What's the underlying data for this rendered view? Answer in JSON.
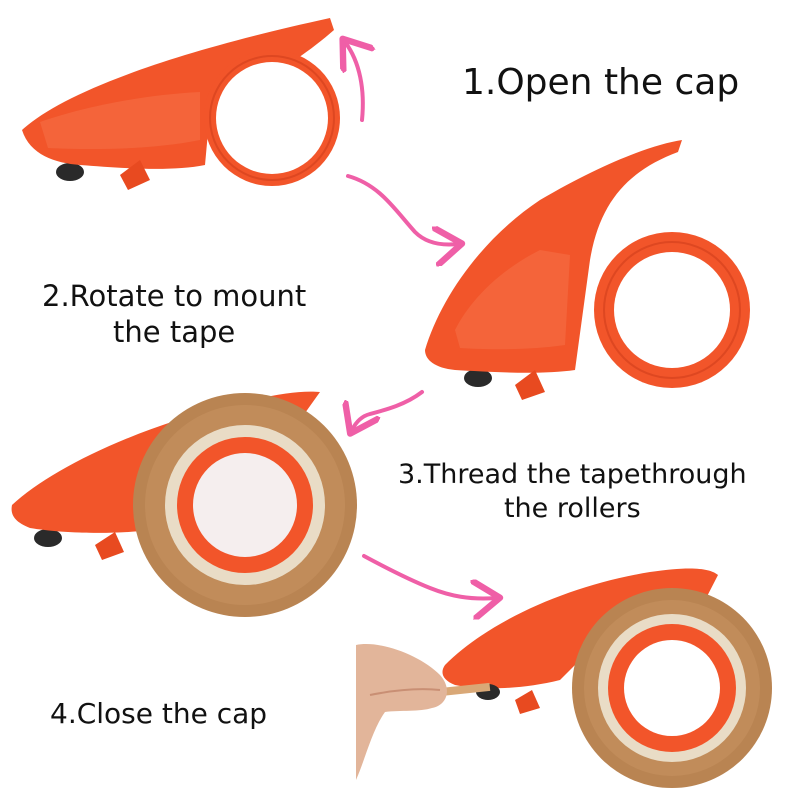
{
  "steps": [
    {
      "number": 1,
      "lines": [
        "1.Open the cap"
      ]
    },
    {
      "number": 2,
      "lines": [
        "2.Rotate to mount",
        "the tape"
      ]
    },
    {
      "number": 3,
      "lines": [
        "3.Thread the tapethrough",
        "the rollers"
      ]
    },
    {
      "number": 4,
      "lines": [
        "4.Close the cap"
      ]
    }
  ],
  "colors": {
    "dispenser": "#f2552a",
    "dispenser_dark": "#c93a17",
    "tape": "#b98452",
    "tape_light": "#d9a877",
    "core": "#e9dcc6",
    "arrow": "#ef5fa7",
    "skin": "#e2b59a"
  }
}
